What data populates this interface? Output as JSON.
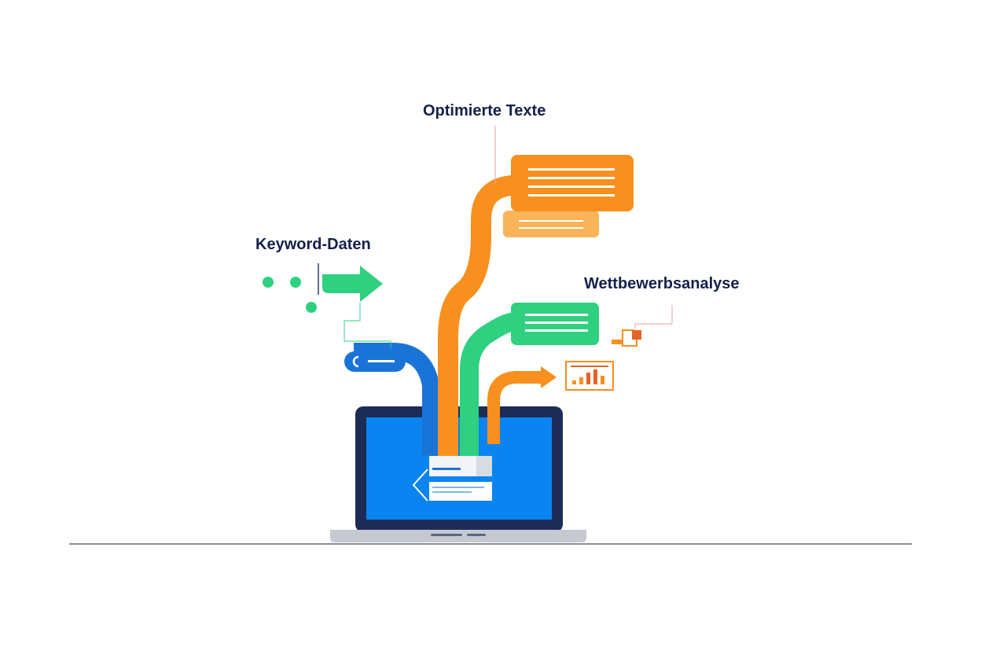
{
  "labels": {
    "optimized_texts": "Optimierte Texte",
    "keyword_data": "Keyword-Daten",
    "competitor_analysis": "Wettbewerbsanalyse"
  },
  "colors": {
    "orange": "#f7901e",
    "orange_light": "#f9b45a",
    "green": "#2fd07f",
    "blue": "#1a74d8",
    "screen_blue": "#0a84f0",
    "laptop_frame": "#1d2c57",
    "navy_text": "#14204a",
    "base_gray": "#c4c9d2"
  },
  "icons": [
    "document-icon",
    "bar-chart-icon",
    "arrow-right-icon",
    "chevron-left-icon"
  ]
}
